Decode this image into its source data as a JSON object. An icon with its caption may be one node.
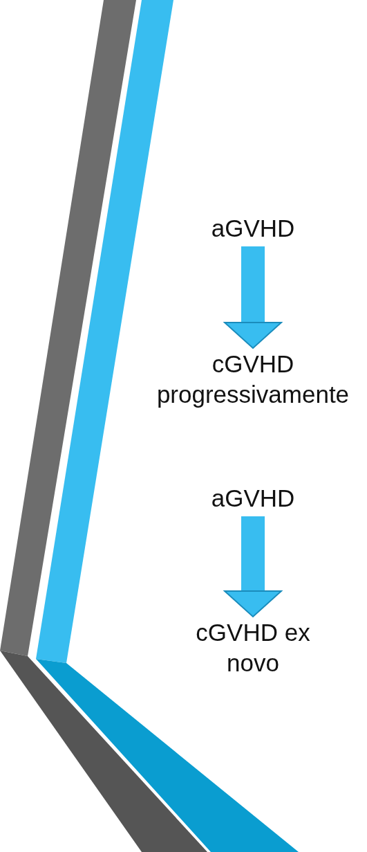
{
  "diagram": {
    "nodes": [
      {
        "text": [
          "aGVHD"
        ]
      },
      {
        "text": [
          "cGVHD progressivamente"
        ]
      },
      {
        "text": [
          "aGVHD"
        ]
      },
      {
        "text": [
          "cGVHD ex novo"
        ]
      }
    ],
    "edges": [
      {
        "from": 0,
        "to": 1,
        "arrow": "to"
      },
      {
        "from": 2,
        "to": 3,
        "arrow": "to"
      }
    ]
  }
}
